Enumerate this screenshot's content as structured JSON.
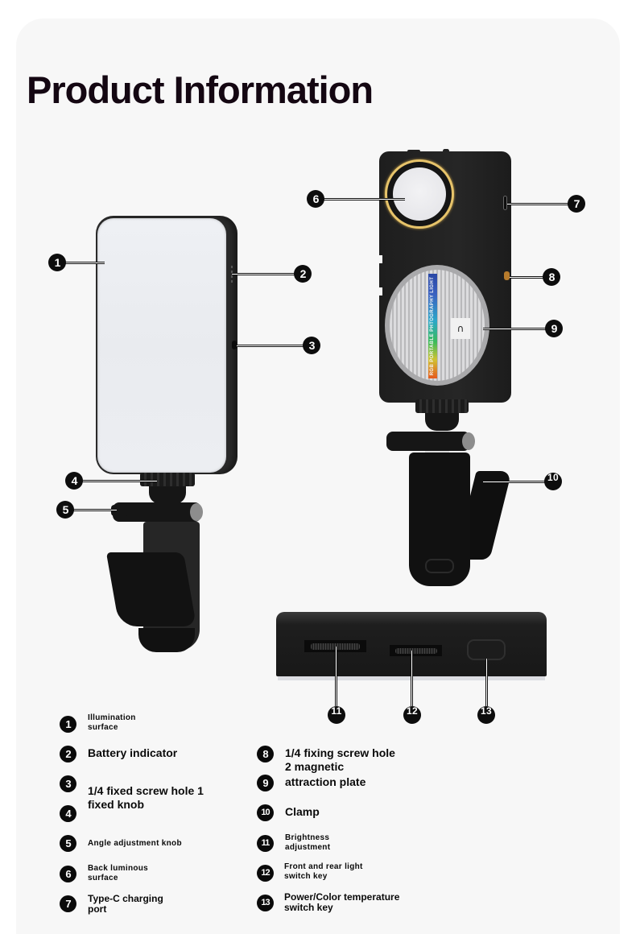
{
  "page": {
    "title": "Product Information"
  },
  "product": {
    "plate_print": "RGB PORTABLE PHTOGRAPHY LIGHT",
    "magnet_icon": "magnet-icon"
  },
  "callouts": [
    {
      "n": "1",
      "label": "Illumination\nsurface"
    },
    {
      "n": "2",
      "label": "Battery indicator"
    },
    {
      "n": "3",
      "label": "1/4 fixed screw hole 1\nfixed knob"
    },
    {
      "n": "4",
      "label": ""
    },
    {
      "n": "5",
      "label": "Angle adjustment knob"
    },
    {
      "n": "6",
      "label": "Back luminous\nsurface"
    },
    {
      "n": "7",
      "label": "Type-C charging\nport"
    },
    {
      "n": "8",
      "label": "1/4 fixing screw hole\n2 magnetic"
    },
    {
      "n": "9",
      "label": "attraction plate"
    },
    {
      "n": "10",
      "label": "Clamp"
    },
    {
      "n": "11",
      "label": "Brightness\nadjustment"
    },
    {
      "n": "12",
      "label": "Front and rear light\nswitch key"
    },
    {
      "n": "13",
      "label": "Power/Color temperature\nswitch key"
    }
  ],
  "colors": {
    "background": "#ffffff",
    "card": "#f7f7f7",
    "title": "#140712",
    "badge": "#0d0d0d",
    "ring_gold": "#e6c36a",
    "brass": "#b77b2c"
  }
}
